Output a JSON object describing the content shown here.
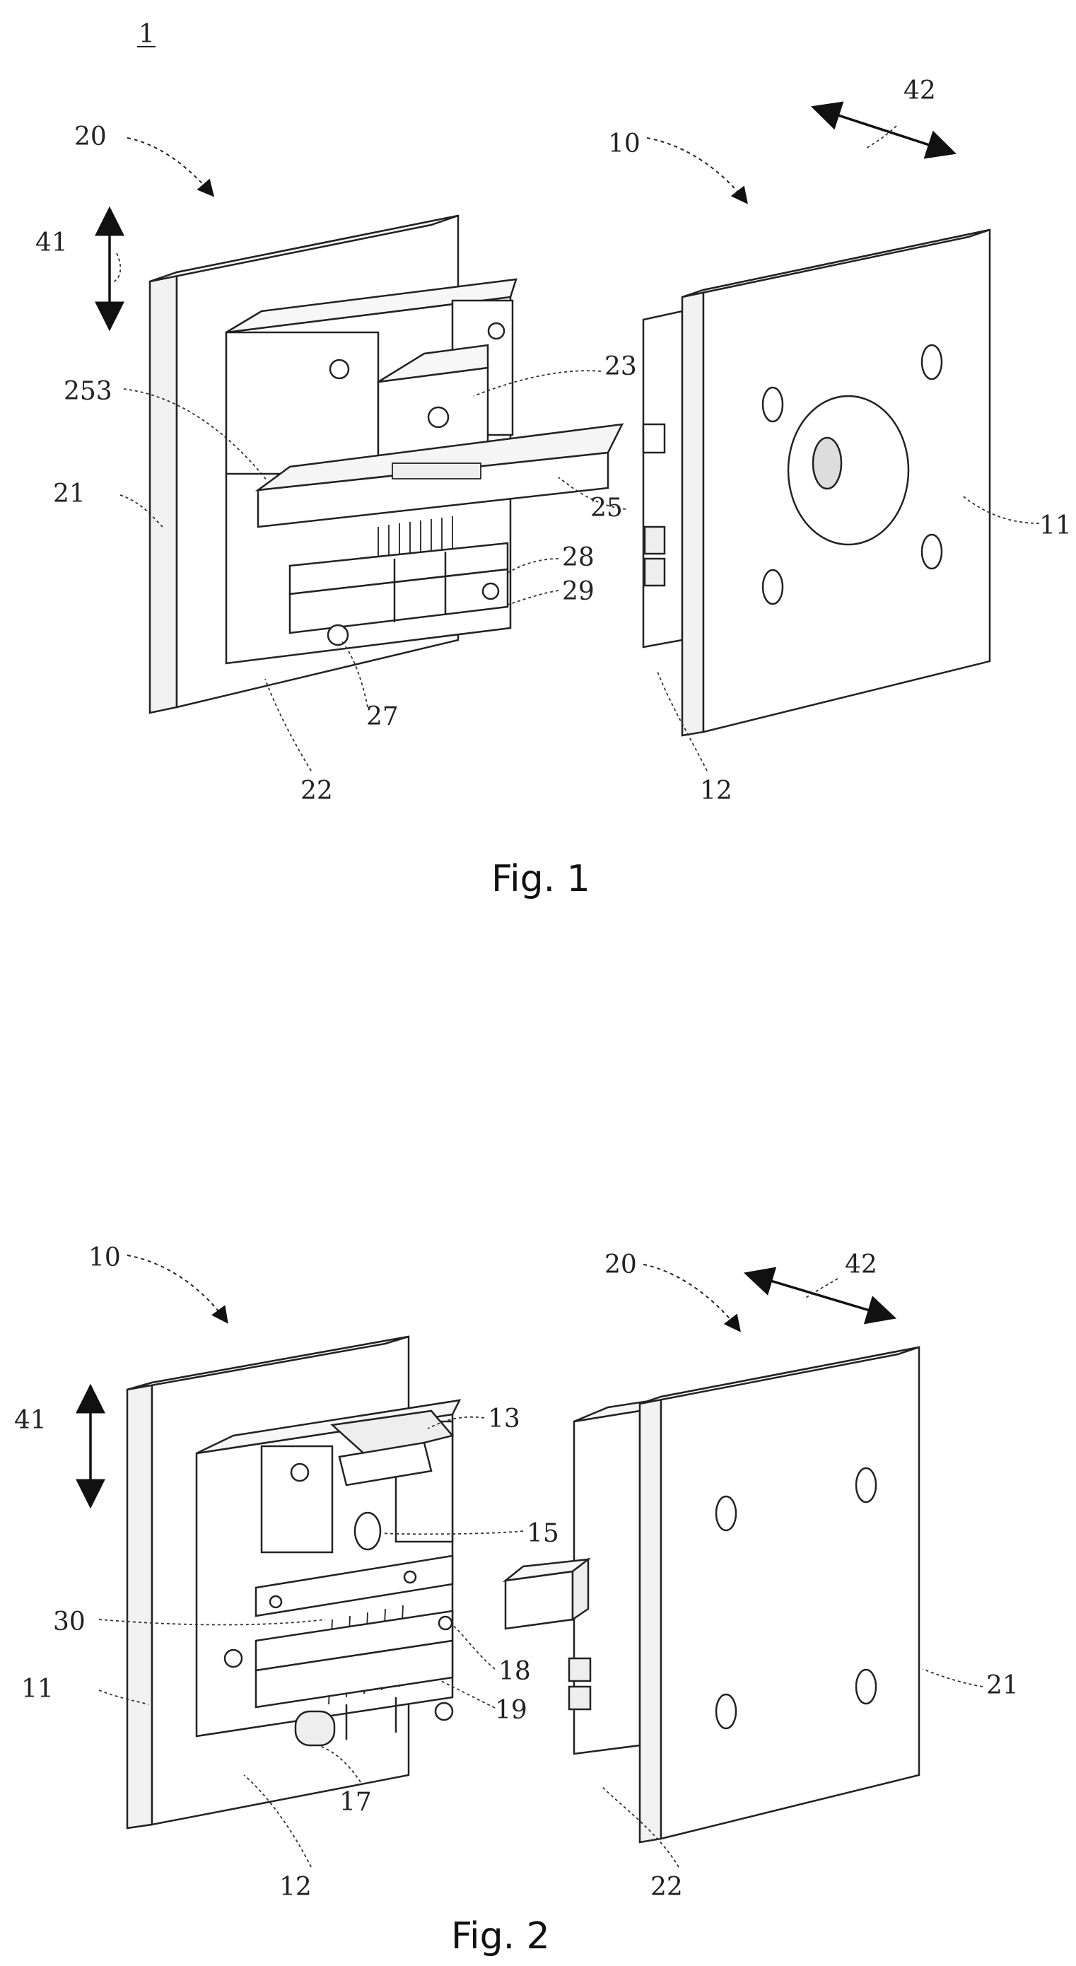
{
  "sheet_number": "1",
  "figures": [
    {
      "caption": "Fig. 1",
      "labels": {
        "l20": "20",
        "l10": "10",
        "l42": "42",
        "l41": "41",
        "l253": "253",
        "l23": "23",
        "l25": "25",
        "l21": "21",
        "l28": "28",
        "l29": "29",
        "l11": "11",
        "l27": "27",
        "l22": "22",
        "l12": "12"
      }
    },
    {
      "caption": "Fig. 2",
      "labels": {
        "l10": "10",
        "l20": "20",
        "l42": "42",
        "l41": "41",
        "l13": "13",
        "l15": "15",
        "l30": "30",
        "l18": "18",
        "l11": "11",
        "l19": "19",
        "l21": "21",
        "l17": "17",
        "l12": "12",
        "l22": "22"
      }
    }
  ]
}
